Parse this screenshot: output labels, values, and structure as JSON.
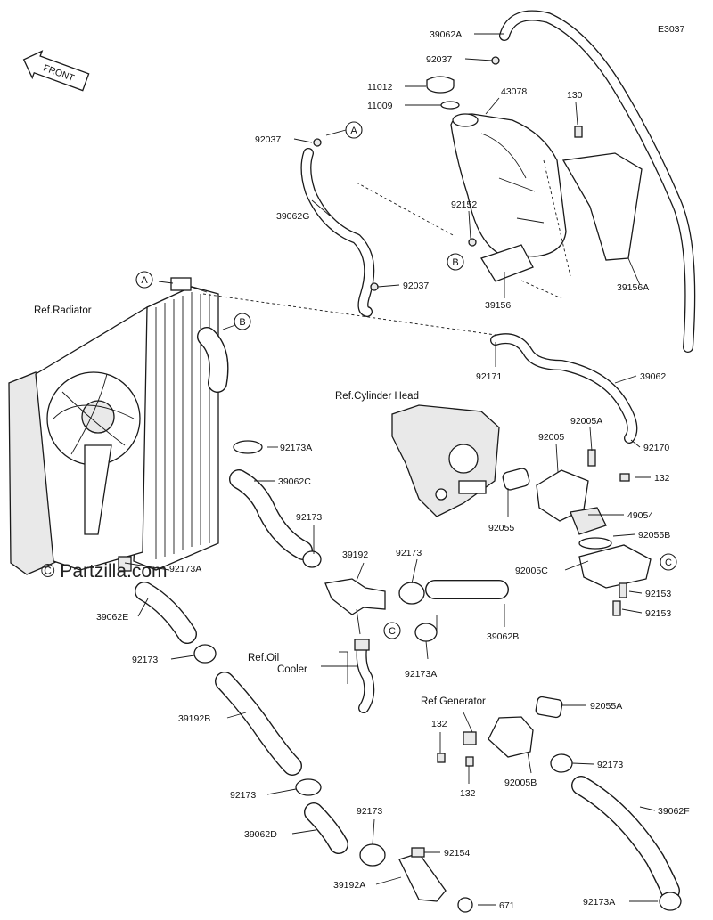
{
  "diagram_code": "E3037",
  "front_label": "FRONT",
  "watermark": "© Partzilla.com",
  "callouts": {
    "a": "A",
    "b": "B",
    "c": "C"
  },
  "references": {
    "radiator": "Ref.Radiator",
    "cylinder_head": "Ref.Cylinder Head",
    "oil_cooler_1": "Ref.Oil",
    "oil_cooler_2": "Cooler",
    "generator": "Ref.Generator"
  },
  "parts": {
    "p39062A": "39062A",
    "p92037_top": "92037",
    "p11012": "11012",
    "p11009": "11009",
    "p43078": "43078",
    "p130": "130",
    "p92037_left": "92037",
    "p92152": "92152",
    "p39062G": "39062G",
    "p92037_mid": "92037",
    "p39156": "39156",
    "p39156A": "39156A",
    "p92171": "92171",
    "p39062": "39062",
    "p92005A": "92005A",
    "p92005": "92005",
    "p92170": "92170",
    "p132_top": "132",
    "p92173A_top": "92173A",
    "p39062C": "39062C",
    "p49054": "49054",
    "p92055B": "92055B",
    "p92055": "92055",
    "p92173_a": "92173",
    "p39192": "39192",
    "p92173_b": "92173",
    "p92005C": "92005C",
    "p92173A_left": "92173A",
    "p92153_a": "92153",
    "p92153_b": "92153",
    "p39062E": "39062E",
    "p39062B": "39062B",
    "p92173_c": "92173",
    "p92173A_mid": "92173A",
    "p39192B": "39192B",
    "p92055A": "92055A",
    "p132_mid": "132",
    "p92173_d": "92173",
    "p132_low": "132",
    "p92005B": "92005B",
    "p92173_e": "92173",
    "p39062F": "39062F",
    "p39062D": "39062D",
    "p92173_f": "92173",
    "p92154": "92154",
    "p39192A": "39192A",
    "p671": "671",
    "p92173A_bottom": "92173A"
  }
}
